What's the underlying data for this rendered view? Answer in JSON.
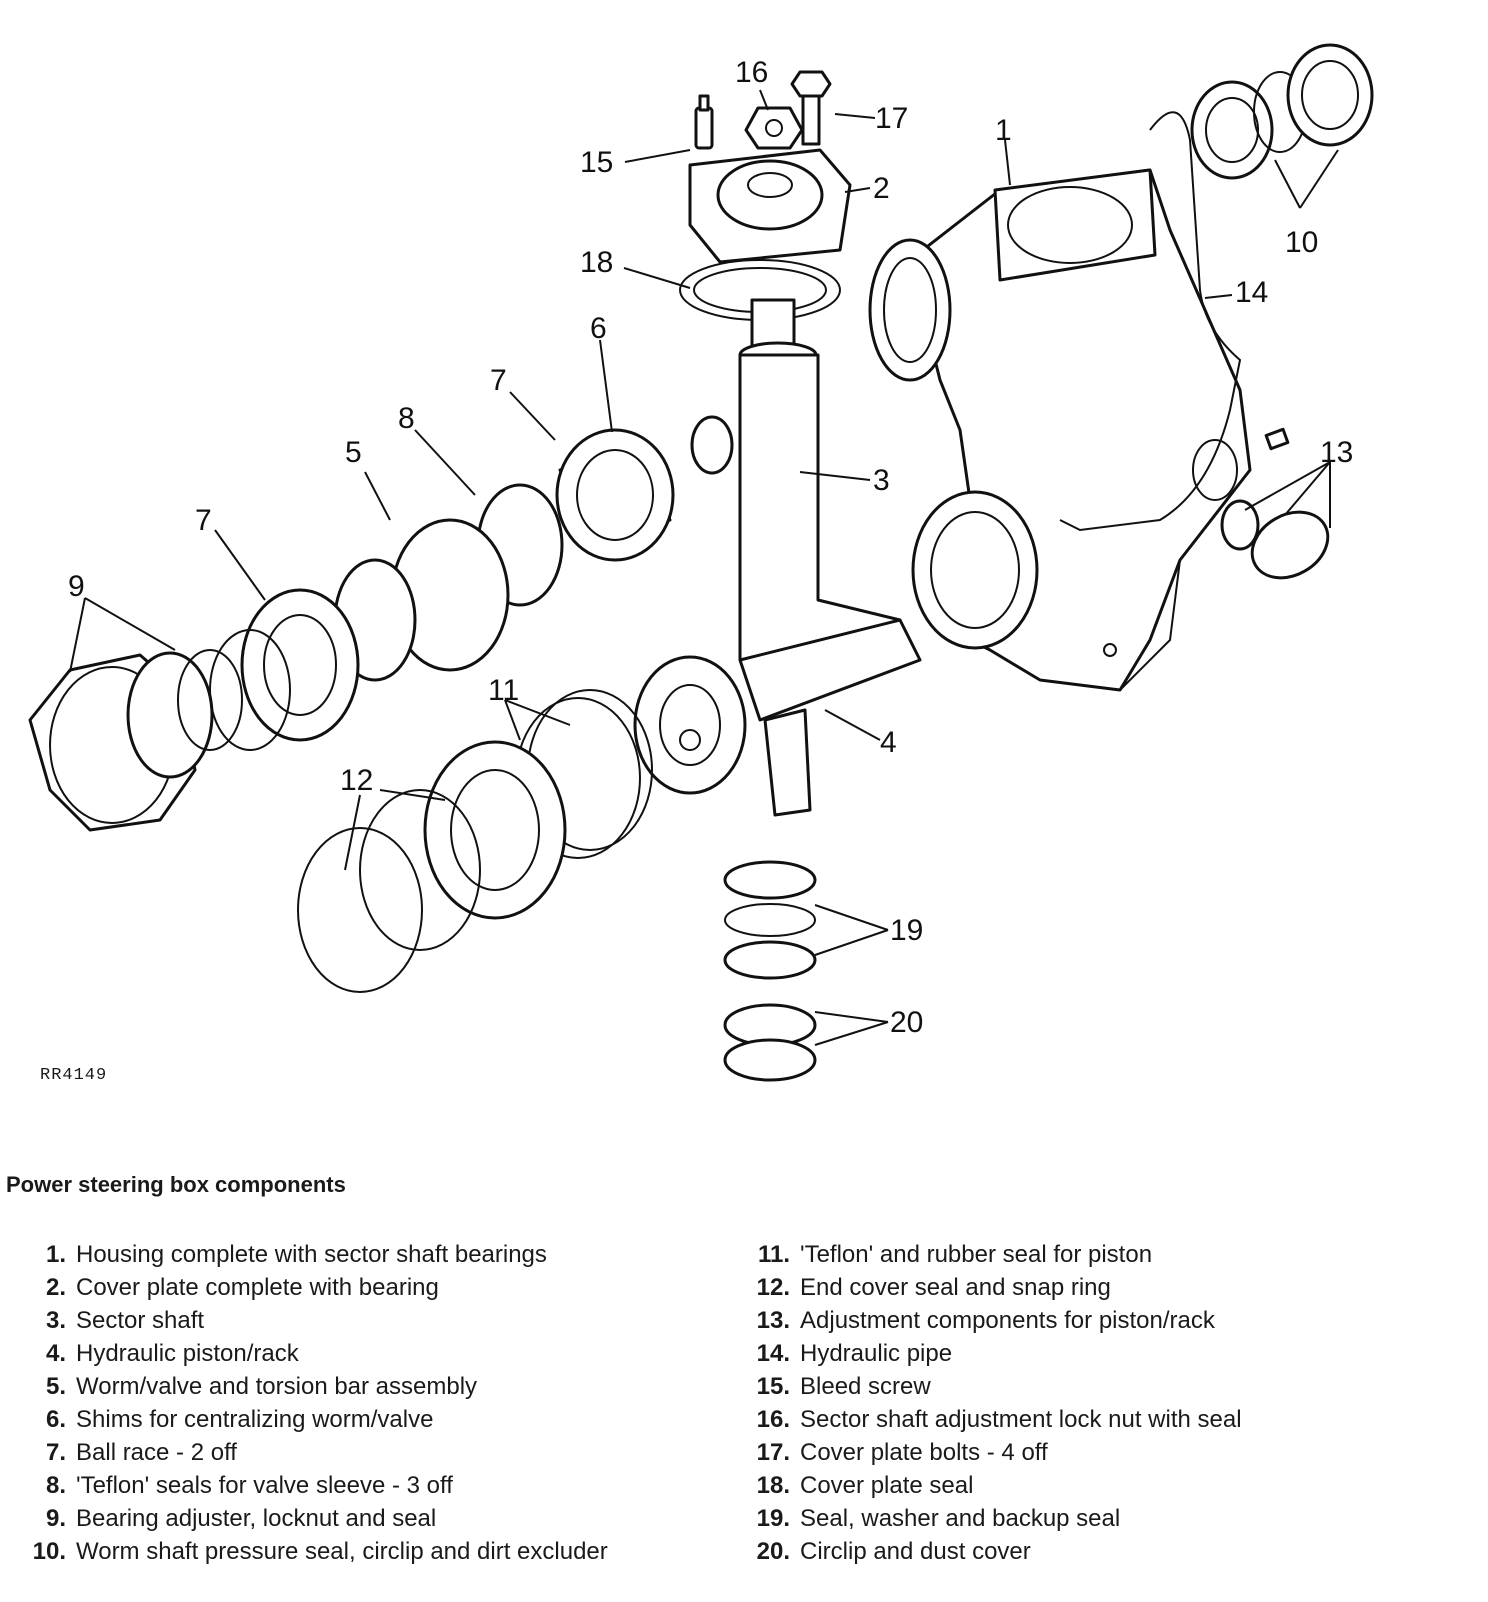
{
  "figure": {
    "reference": "RR4149",
    "callouts": [
      "1",
      "2",
      "3",
      "4",
      "5",
      "6",
      "7",
      "7",
      "8",
      "9",
      "10",
      "11",
      "12",
      "13",
      "14",
      "15",
      "16",
      "17",
      "18",
      "19",
      "20"
    ]
  },
  "caption": {
    "title": "Power steering box components",
    "items_left": [
      {
        "num": "1.",
        "text": "Housing complete with sector shaft bearings"
      },
      {
        "num": "2.",
        "text": "Cover plate complete with bearing"
      },
      {
        "num": "3.",
        "text": "Sector shaft"
      },
      {
        "num": "4.",
        "text": "Hydraulic piston/rack"
      },
      {
        "num": "5.",
        "text": "Worm/valve and torsion bar assembly"
      },
      {
        "num": "6.",
        "text": "Shims for centralizing worm/valve"
      },
      {
        "num": "7.",
        "text": "Ball race - 2 off"
      },
      {
        "num": "8.",
        "text": "'Teflon' seals for valve sleeve - 3 off"
      },
      {
        "num": "9.",
        "text": "Bearing adjuster, locknut and seal"
      },
      {
        "num": "10.",
        "text": "Worm shaft pressure seal, circlip and dirt excluder"
      }
    ],
    "items_right": [
      {
        "num": "11.",
        "text": "'Teflon' and rubber seal for piston"
      },
      {
        "num": "12.",
        "text": "End cover seal and snap ring"
      },
      {
        "num": "13.",
        "text": "Adjustment components for piston/rack"
      },
      {
        "num": "14.",
        "text": "Hydraulic pipe"
      },
      {
        "num": "15.",
        "text": "Bleed screw"
      },
      {
        "num": "16.",
        "text": "Sector shaft adjustment lock nut with seal"
      },
      {
        "num": "17.",
        "text": "Cover plate bolts - 4 off"
      },
      {
        "num": "18.",
        "text": "Cover plate seal"
      },
      {
        "num": "19.",
        "text": "Seal, washer and backup seal"
      },
      {
        "num": "20.",
        "text": "Circlip and dust cover"
      }
    ]
  }
}
